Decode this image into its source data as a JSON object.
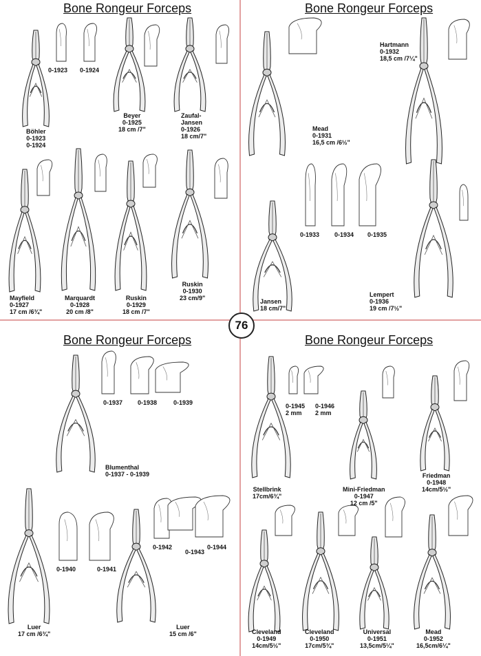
{
  "page_number": "76",
  "panels": [
    {
      "title": "Bone Rongeur Forceps",
      "labels": [
        [
          "0-1923"
        ],
        [
          "0-1924"
        ],
        [
          "Böhler",
          "0-1923",
          "0-1924"
        ],
        [
          "Beyer",
          "0-1925",
          "18 cm /7\""
        ],
        [
          "Zaufal-",
          "Jansen",
          "0-1926",
          "18 cm/7\""
        ],
        [
          "Mayfield",
          "0-1927",
          "17 cm /6¾\""
        ],
        [
          "Marquardt",
          "0-1928",
          "20 cm /8\""
        ],
        [
          "Ruskin",
          "0-1929",
          "18 cm /7\""
        ],
        [
          "Ruskin",
          "0-1930",
          "23 cm/9\""
        ]
      ]
    },
    {
      "title": "Bone Rongeur Forceps",
      "labels": [
        [
          "Hartmann",
          "0-1932",
          "18,5 cm /7¼\""
        ],
        [
          "Mead",
          "0-1931",
          "16,5 cm /6½\""
        ],
        [
          "0-1933"
        ],
        [
          "0-1934"
        ],
        [
          "0-1935"
        ],
        [
          "Jansen",
          "18 cm/7\""
        ],
        [
          "Lempert",
          "0-1936",
          "19 cm /7½\""
        ]
      ]
    },
    {
      "title": "Bone Rongeur Forceps",
      "labels": [
        [
          "0-1937"
        ],
        [
          "0-1938"
        ],
        [
          "0-1939"
        ],
        [
          "Blumenthal",
          "0-1937 -  0-1939"
        ],
        [
          "0-1940"
        ],
        [
          "0-1941"
        ],
        [
          "0-1942"
        ],
        [
          "0-1943"
        ],
        [
          "0-1944"
        ],
        [
          "Luer",
          "17 cm /6¾\""
        ],
        [
          "Luer",
          "15 cm /6\""
        ]
      ]
    },
    {
      "title": "Bone Rongeur Forceps",
      "labels": [
        [
          "0-1945",
          "2 mm"
        ],
        [
          "0-1946",
          "2 mm"
        ],
        [
          "Stellbrink",
          "17cm/6¾\""
        ],
        [
          "Mini-Friedman",
          "0-1947",
          "12 cm /5\""
        ],
        [
          "Friedman",
          "0-1948",
          "14cm/5½\""
        ],
        [
          "Cleveland",
          "0-1949",
          "14cm/5½\""
        ],
        [
          "Cleveland",
          "0-1950",
          "17cm/5¾\""
        ],
        [
          "Universal",
          "0-1951",
          "13,5cm/5¼\""
        ],
        [
          "Mead",
          "0-1952",
          "16,5cm/6¼\""
        ]
      ]
    }
  ]
}
